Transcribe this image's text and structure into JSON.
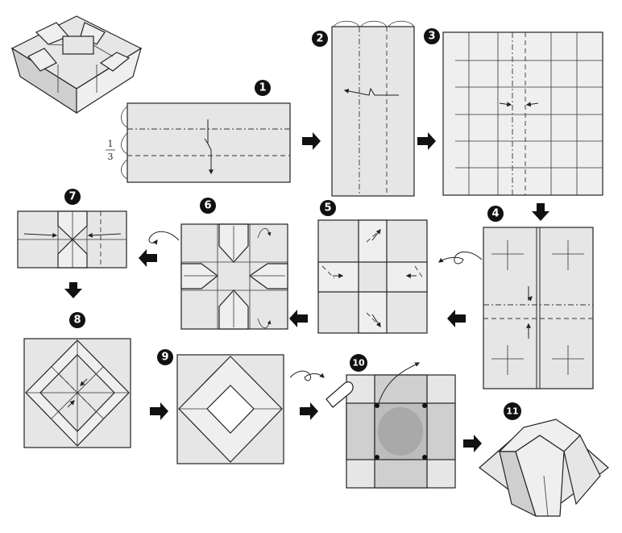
{
  "steps": [
    {
      "id": "step-1",
      "label": "1"
    },
    {
      "id": "step-2",
      "label": "2"
    },
    {
      "id": "step-3",
      "label": "3"
    },
    {
      "id": "step-4",
      "label": "4"
    },
    {
      "id": "step-5",
      "label": "5"
    },
    {
      "id": "step-6",
      "label": "6"
    },
    {
      "id": "step-7",
      "label": "7"
    },
    {
      "id": "step-8",
      "label": "8"
    },
    {
      "id": "step-9",
      "label": "9"
    },
    {
      "id": "step-10",
      "label": "10"
    },
    {
      "id": "step-11",
      "label": "11"
    }
  ],
  "annotations": {
    "fraction_numerator": "1",
    "fraction_denominator": "3"
  },
  "colors": {
    "paper": "#e6e6e6",
    "ink": "#222222",
    "badge": "#111111"
  }
}
